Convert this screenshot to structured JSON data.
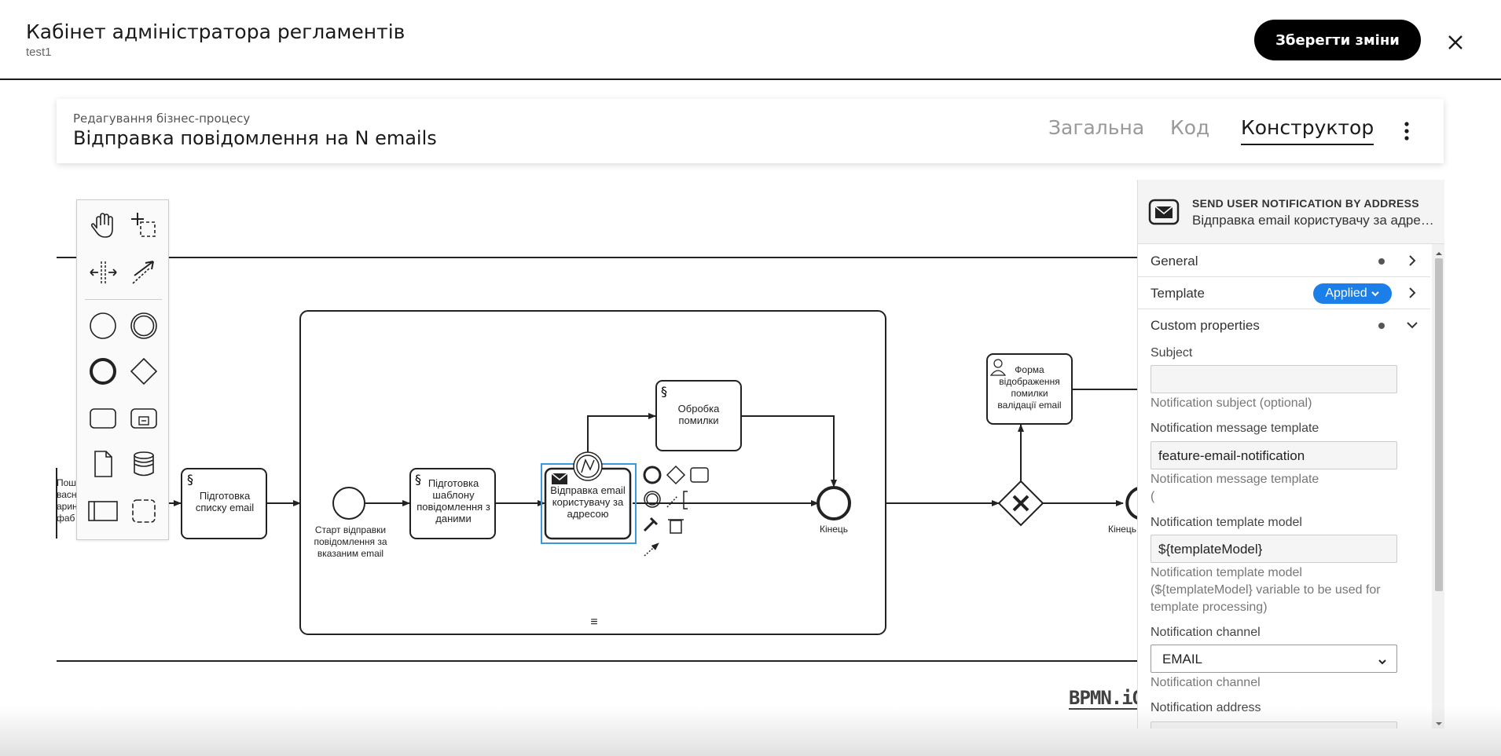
{
  "header": {
    "app_title": "Кабінет адміністратора регламентів",
    "app_subtitle": "test1",
    "save_label": "Зберегти зміни"
  },
  "process": {
    "label": "Редагування бізнес-процесу",
    "title": "Відправка повідомлення на N emails",
    "tabs": [
      {
        "label": "Загальна",
        "active": false
      },
      {
        "label": "Код",
        "active": false
      },
      {
        "label": "Конструктор",
        "active": true
      }
    ]
  },
  "palette": {
    "tools": [
      "hand-tool-icon",
      "lasso-tool-icon",
      "space-tool-icon",
      "connect-tool-icon",
      "start-event-icon",
      "intermediate-event-icon",
      "end-event-icon",
      "gateway-icon",
      "task-icon",
      "subprocess-icon",
      "data-object-icon",
      "data-store-icon",
      "pool-icon",
      "group-icon"
    ]
  },
  "diagram": {
    "left_partial_label": [
      "Пошу",
      "васн",
      "арин",
      "фаб"
    ],
    "task_prepare_list": "Підготовка списку email",
    "start_event_label": "Старт відправки повідомлення за вказаним email",
    "task_prepare_template": "Підготовка шаблону повідомлення з даними",
    "task_send_email": "Відправка email користувачу за адресою",
    "task_error_handling": "Обробка помилки",
    "end_event_label": "Кінець",
    "task_form_error": "Форма відображення помилки валідації email",
    "end_event_right_label": "Кінець",
    "subprocess_marker": "≡",
    "logo": "BPMN.iO"
  },
  "properties": {
    "element_type": "SEND USER NOTIFICATION BY ADDRESS",
    "element_name": "Відправка email користувачу за адресою",
    "groups": {
      "general": "General",
      "template": "Template",
      "template_badge": "Applied",
      "custom": "Custom properties"
    },
    "fields": {
      "subject_label": "Subject",
      "subject_value": "",
      "subject_help": "Notification subject (optional)",
      "message_template_label": "Notification message template",
      "message_template_value": "feature-email-notification",
      "message_template_help_1": "Notification message template",
      "message_template_help_2": "(",
      "template_model_label": "Notification template model",
      "template_model_value": "${templateModel}",
      "template_model_help": "Notification template model (${templateModel} variable to be used for template processing)",
      "channel_label": "Notification channel",
      "channel_value": "EMAIL",
      "channel_help": "Notification channel",
      "address_label": "Notification address"
    }
  },
  "colors": {
    "accent": "#1c7ee8",
    "selection": "#3a9ad9",
    "dark": "#000000"
  }
}
